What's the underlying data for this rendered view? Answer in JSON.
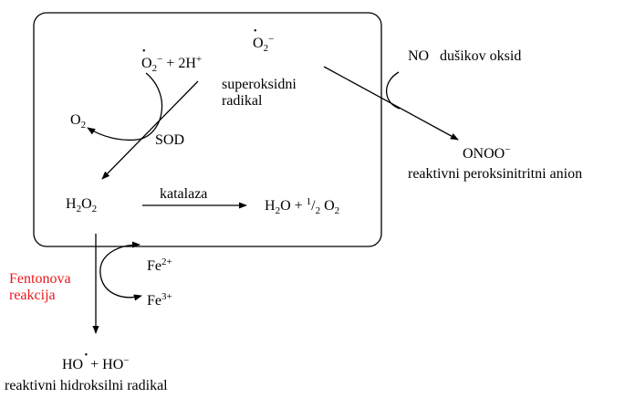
{
  "colors": {
    "line": "#000000",
    "accent": "#e8191c"
  },
  "superoxide_top": {
    "base": "O",
    "sub": "2",
    "sup": "−"
  },
  "reaction1": {
    "reactant": "O",
    "sub": "2",
    "sup": "−",
    "plus": "+",
    "proton": "2H",
    "proton_sup": "+"
  },
  "superoxide_label": {
    "line1": "superoksidni",
    "line2": "radikal"
  },
  "oxygen_out": {
    "base": "O",
    "sub": "2"
  },
  "sod": "SOD",
  "h2o2": {
    "a": "H",
    "sub1": "2",
    "b": "O",
    "sub2": "2"
  },
  "katalaza": "katalaza",
  "products": {
    "h": "H",
    "sub_h": "2",
    "o": "O",
    "plus": "+",
    "frac_num": "1",
    "frac_den": "2",
    "o2": "O",
    "sub_o2": "2"
  },
  "no": {
    "formula": "NO",
    "name": "dušikov oksid"
  },
  "peroxynitrite": {
    "formula": "ONOO",
    "sup": "−",
    "name": "reaktivni peroksinitritni anion"
  },
  "iron": {
    "fe2": "Fe",
    "fe2_sup": "2+",
    "fe3": "Fe",
    "fe3_sup": "3+"
  },
  "fenton": {
    "line1": "Fentonova",
    "line2": "reakcija"
  },
  "hydroxyl": {
    "radical": "HO",
    "plus": "+",
    "anion": "HO",
    "anion_sup": "−",
    "name": "reaktivni hidroksilni radikal"
  }
}
